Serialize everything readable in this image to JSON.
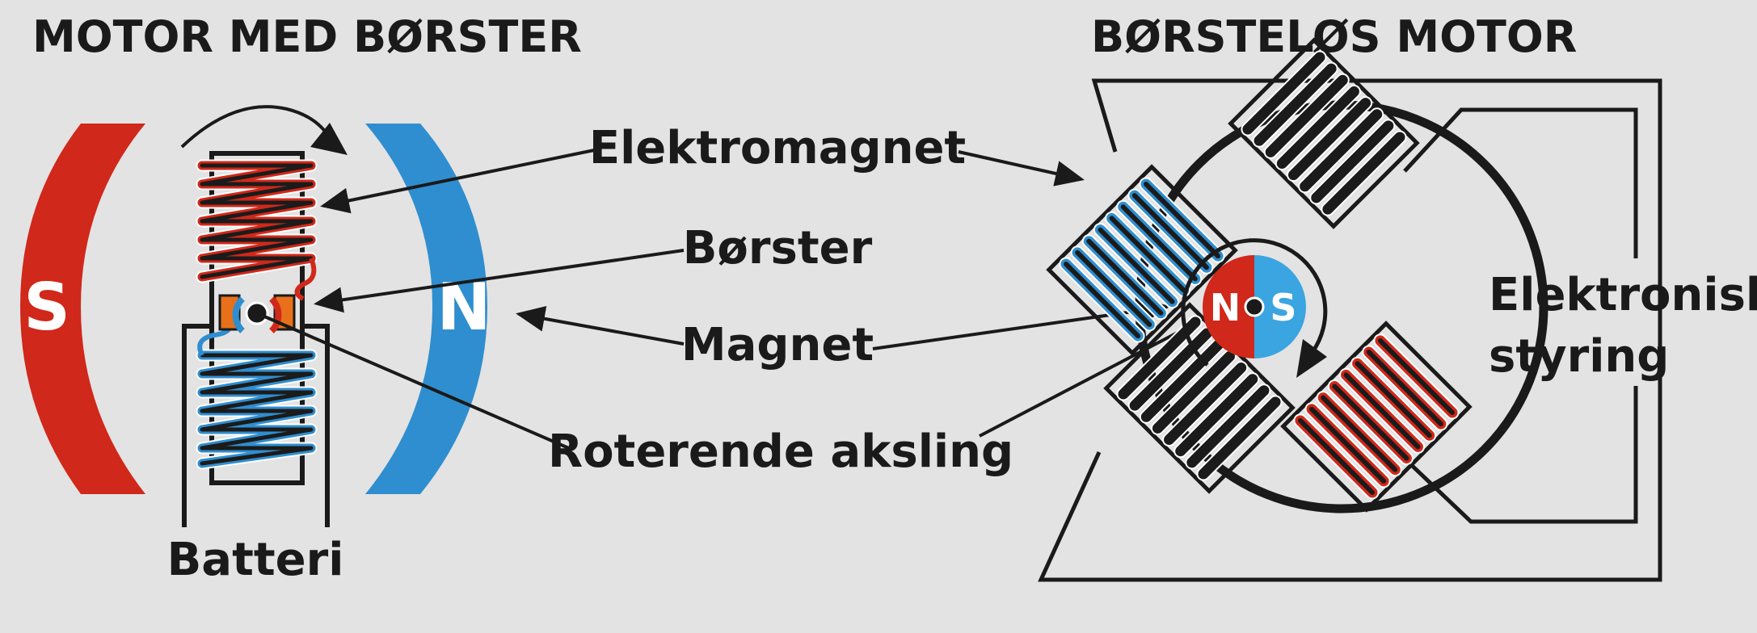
{
  "titles": {
    "brushed": "MOTOR MED BØRSTER",
    "brushless": "BØRSTELØS MOTOR"
  },
  "labels": {
    "electromagnet": "Elektromagnet",
    "brushes": "Børster",
    "magnet": "Magnet",
    "rotating_shaft": "Roterende aksling",
    "battery": "Batteri",
    "electronic_control_line1": "Elektronisk",
    "electronic_control_line2": "styring"
  },
  "poles": {
    "south": "S",
    "north": "N"
  },
  "rotor_poles": {
    "north": "N",
    "south": "S"
  },
  "colors": {
    "south_red": "#d0281a",
    "north_blue": "#2f8ecf",
    "brush_orange": "#e8701a",
    "coil_black": "#1b1b1b",
    "background": "#e3e3e3"
  }
}
